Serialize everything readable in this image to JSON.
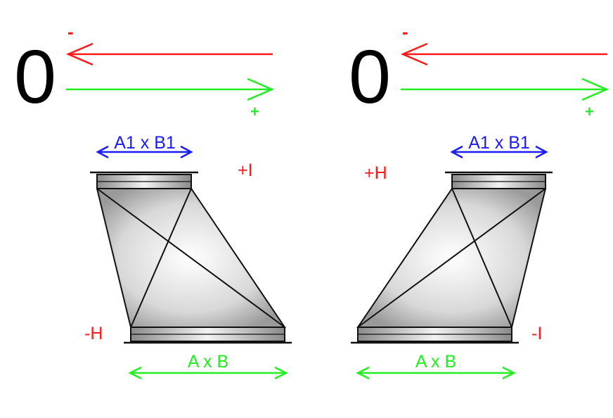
{
  "origin_label": "0",
  "minus_sign": "-",
  "plus_sign": "+",
  "inlet_label": "A1 x B1",
  "outlet_label": "A x B",
  "left_offset_top": "+I",
  "left_offset_bottom": "-H",
  "right_offset_top": "+H",
  "right_offset_bottom": "-I",
  "colors": {
    "negative": "#ff1a1a",
    "positive": "#22ee22",
    "inlet": "#1a1aff",
    "outline": "#111111"
  }
}
